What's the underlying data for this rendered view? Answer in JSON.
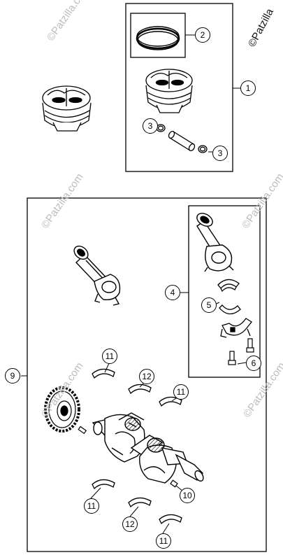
{
  "brand": "©Patzilla",
  "watermark_text": "©Patzilla.com",
  "callouts": {
    "c1": "1",
    "c2": "2",
    "c3a": "3",
    "c3b": "3",
    "c4": "4",
    "c5": "5",
    "c6": "6",
    "c9": "9",
    "c10": "10",
    "c11a": "11",
    "c11b": "11",
    "c11c": "11",
    "c11d": "11",
    "c12a": "12",
    "c12b": "12"
  },
  "colors": {
    "line": "#000000",
    "watermark": "#bcbcbc",
    "background": "#ffffff"
  }
}
